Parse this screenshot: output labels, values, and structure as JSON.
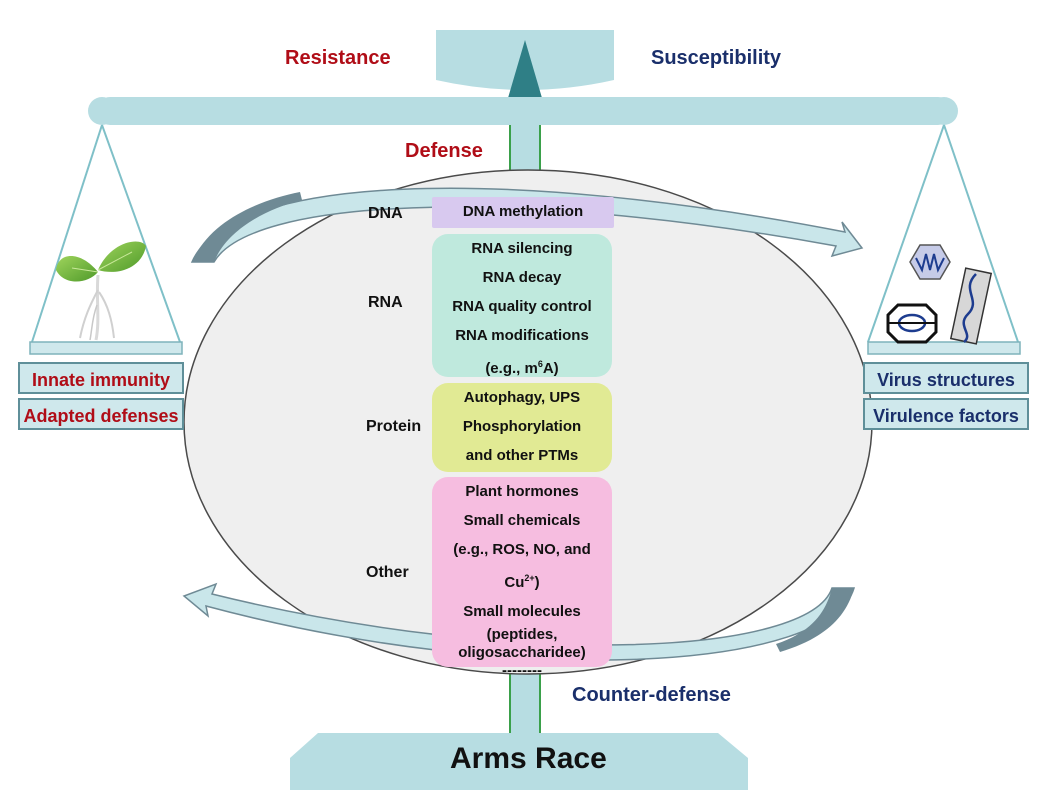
{
  "top": {
    "resistance": "Resistance",
    "susceptibility": "Susceptibility"
  },
  "center": {
    "defense": "Defense",
    "counter_defense": "Counter-defense",
    "base": "Arms Race"
  },
  "left_pan": {
    "labels": [
      "Innate immunity",
      "Adapted defenses"
    ]
  },
  "right_pan": {
    "labels": [
      "Virus structures",
      "Virulence factors"
    ]
  },
  "categories": [
    "DNA",
    "RNA",
    "Protein",
    "Other"
  ],
  "boxes": {
    "dna": [
      "DNA methylation"
    ],
    "rna": [
      "RNA silencing",
      "RNA decay",
      "RNA quality control",
      "RNA modifications",
      "(e.g., m6A)"
    ],
    "protein": [
      "Autophagy, UPS",
      "Phosphorylation",
      "and other PTMs"
    ],
    "other": [
      "Plant hormones",
      "Small chemicals",
      "(e.g., ROS, NO, and",
      "Cu2+)",
      "Small molecules",
      "(peptides,",
      "oligosaccharidee)",
      "--------"
    ]
  },
  "colors": {
    "scale_fill": "#b7dde2",
    "scale_dark": "#2f7f86",
    "pole_line": "#3aa04a",
    "arrow_fill": "#c9e6ea",
    "arrow_dark": "#6f8a95",
    "ellipse_fill": "#efefef",
    "dna_box": "#d8c9ef",
    "rna_box": "#bfe9dd",
    "protein_box": "#e1ea94",
    "other_box": "#f6bde0",
    "red_text": "#b00d17",
    "navy_text": "#1a2f6b"
  },
  "icons": {
    "left_pan": "seedling-icon",
    "right_pan": [
      "hexagon-virus-icon",
      "octagon-virus-icon",
      "rod-virus-icon"
    ]
  }
}
